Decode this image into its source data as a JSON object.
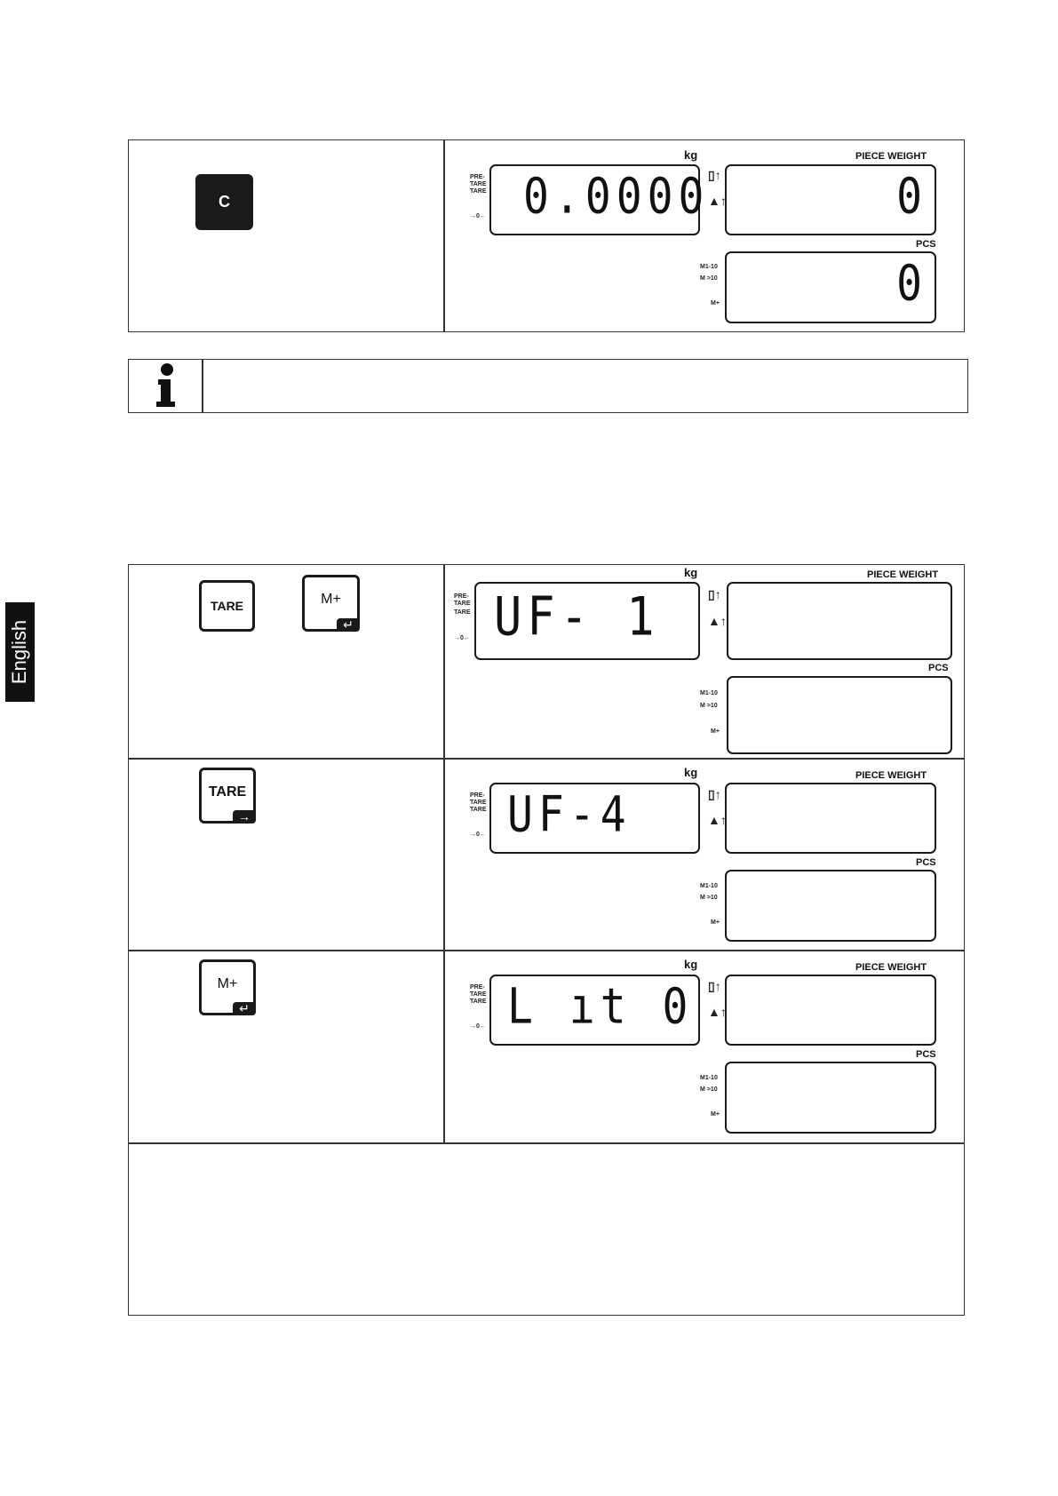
{
  "side_tab": {
    "label": "English"
  },
  "keys": {
    "c": "C",
    "tare": "TARE",
    "mplus": "M+"
  },
  "lcd_labels": {
    "kg": "kg",
    "piece_weight": "PIECE WEIGHT",
    "pcs": "PCS",
    "pre_tare": "PRE-\nTARE",
    "tare": "TARE",
    "zero": "→0←",
    "m1_10": "M1-10",
    "m_10": "M >10",
    "m_plus": "M+"
  },
  "displays": [
    {
      "weight": "0.0000",
      "piece_weight": "0",
      "pcs": "0"
    },
    {
      "weight": "UF- 1",
      "piece_weight": "",
      "pcs": ""
    },
    {
      "weight": "UF-4",
      "piece_weight": "",
      "pcs": ""
    },
    {
      "weight": "L ıt 0",
      "piece_weight": "",
      "pcs": ""
    }
  ],
  "info_box": {
    "icon": "info-icon",
    "text": ""
  }
}
